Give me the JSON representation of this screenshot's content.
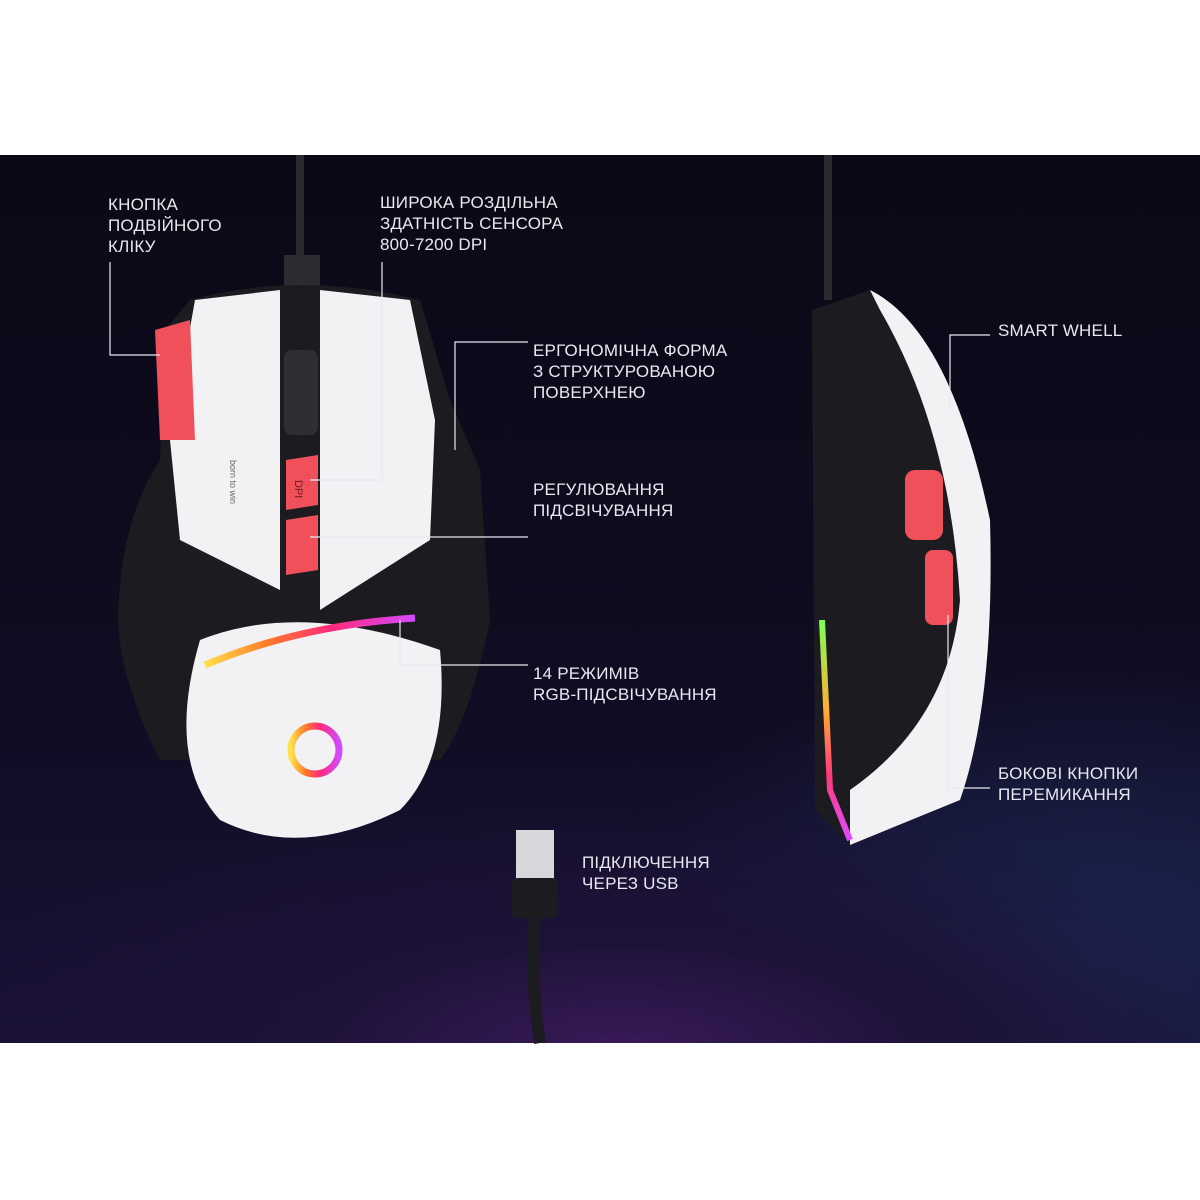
{
  "labels": {
    "double_click": [
      "Кнопка",
      "подвійного",
      "кліку"
    ],
    "sensor": [
      "Широка роздільна",
      "здатність сенсора",
      "800-7200 DPI"
    ],
    "ergonomic": [
      "Ергономічна форма",
      "з структурованою",
      "поверхнею"
    ],
    "backlight": [
      "Регулювання",
      "підсвічування"
    ],
    "rgb": [
      "14 режимів",
      "RGB-підсвічування"
    ],
    "smart_wheel": [
      "SMART WHELL"
    ],
    "side_buttons": [
      "Бокові кнопки",
      "перемикання"
    ],
    "usb": [
      "Підключення",
      "через USB"
    ]
  },
  "mouse_print": {
    "dpi": "DPI",
    "slogan": "born to win"
  },
  "colors": {
    "accent": "#f0505a",
    "background": "#0e0b1e",
    "shell": "#f2f2f4",
    "body": "#1a1a1e"
  }
}
